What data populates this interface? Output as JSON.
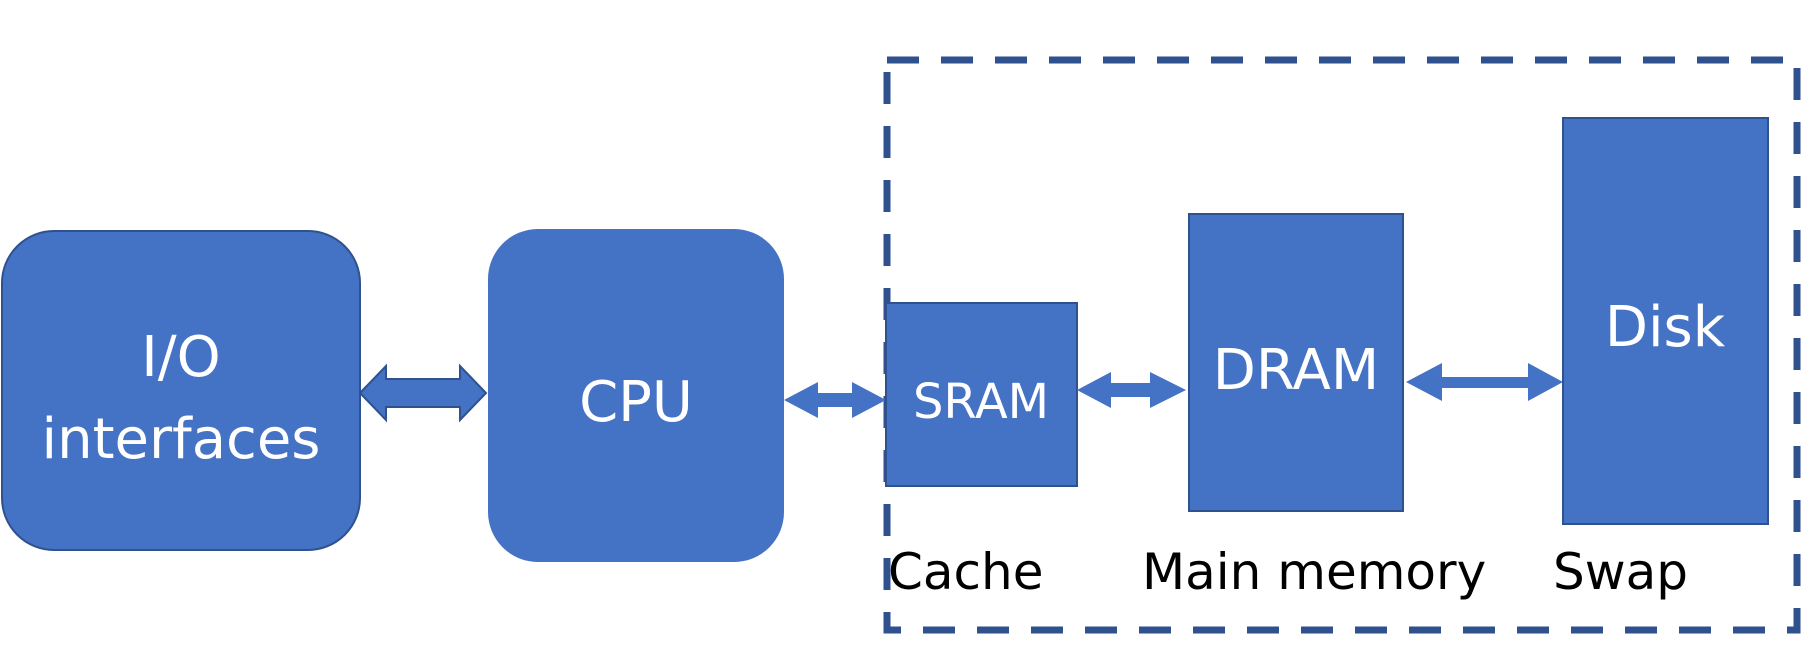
{
  "title": "Memory hierarchy",
  "colors": {
    "fill": "#4472C4",
    "stroke": "#2F528F",
    "text_on_fill": "#FFFFFF",
    "caption": "#000000",
    "background": "#FFFFFF"
  },
  "nodes": {
    "io": {
      "line1": "I/O",
      "line2": "interfaces"
    },
    "cpu": {
      "label": "CPU"
    },
    "sram": {
      "label": "SRAM"
    },
    "dram": {
      "label": "DRAM"
    },
    "disk": {
      "label": "Disk"
    }
  },
  "captions": {
    "cache": "Cache",
    "main_memory": "Main memory",
    "swap": "Swap"
  },
  "connections": [
    {
      "from": "io",
      "to": "cpu",
      "type": "bidirectional"
    },
    {
      "from": "cpu",
      "to": "sram",
      "type": "bidirectional"
    },
    {
      "from": "sram",
      "to": "dram",
      "type": "bidirectional"
    },
    {
      "from": "dram",
      "to": "disk",
      "type": "bidirectional"
    }
  ],
  "group": {
    "name": "memory-hierarchy",
    "members": [
      "sram",
      "dram",
      "disk"
    ],
    "style": "dashed"
  }
}
